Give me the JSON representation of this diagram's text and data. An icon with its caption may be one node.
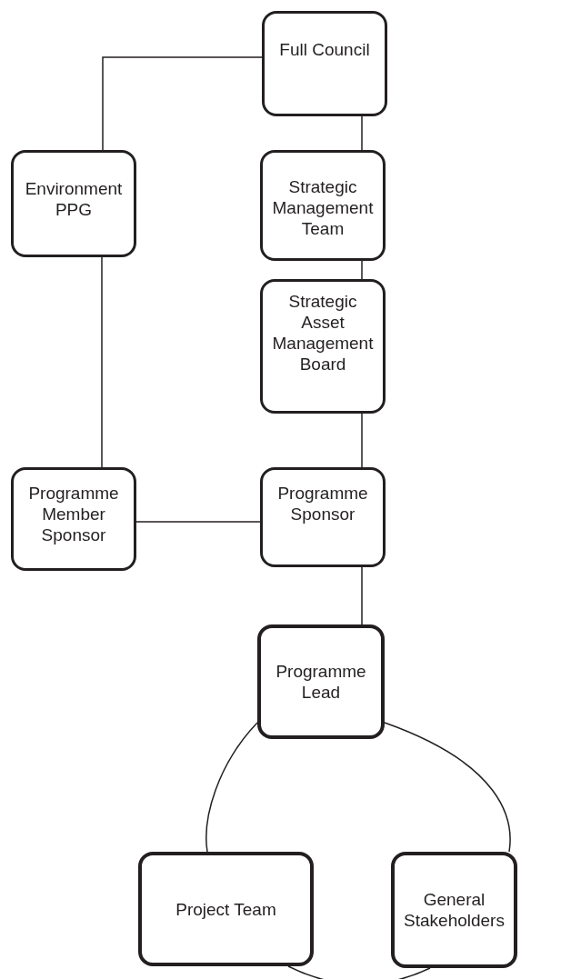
{
  "diagram": {
    "nodes": [
      {
        "text": [
          "Full Council"
        ]
      },
      {
        "text": [
          "Environment PPG"
        ]
      },
      {
        "text": [
          "Strategic Management Team"
        ]
      },
      {
        "text": [
          "Strategic Asset Management Board"
        ]
      },
      {
        "text": [
          "Programme Member Sponsor"
        ]
      },
      {
        "text": [
          "Programme Sponsor"
        ]
      },
      {
        "text": [
          "Programme Lead"
        ]
      },
      {
        "text": [
          "Project Team"
        ]
      },
      {
        "text": [
          "General Stakeholders"
        ]
      }
    ],
    "edges": [
      {
        "from": 0,
        "to": 1,
        "arrow": "none"
      },
      {
        "from": 0,
        "to": 2,
        "arrow": "none"
      },
      {
        "from": 2,
        "to": 3,
        "arrow": "none"
      },
      {
        "from": 3,
        "to": 5,
        "arrow": "none"
      },
      {
        "from": 1,
        "to": 4,
        "arrow": "none"
      },
      {
        "from": 4,
        "to": 5,
        "arrow": "none"
      },
      {
        "from": 5,
        "to": 6,
        "arrow": "none"
      },
      {
        "from": 6,
        "to": 7,
        "arrow": "none"
      },
      {
        "from": 6,
        "to": 8,
        "arrow": "none"
      },
      {
        "from": 7,
        "to": 8,
        "arrow": "none"
      }
    ]
  }
}
